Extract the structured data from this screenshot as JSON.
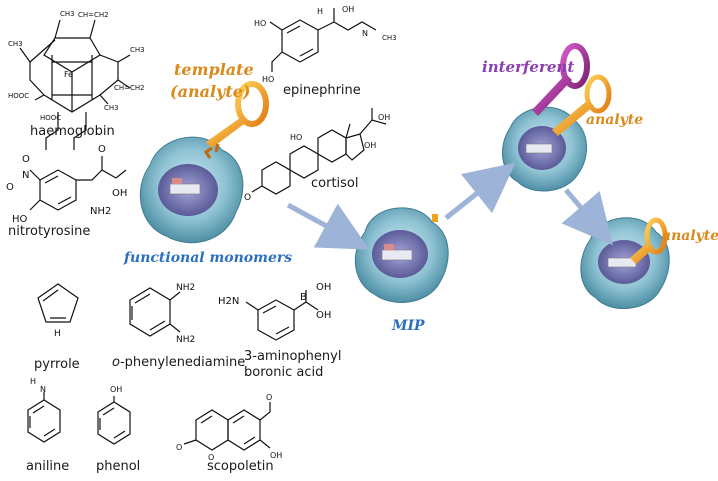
{
  "labels": {
    "haemoglobin": "haemoglobin",
    "nitrotyrosine": "nitrotyrosine",
    "epinephrine": "epinephrine",
    "cortisol": "cortisol",
    "pyrrole": "pyrrole",
    "o_prefix": "o",
    "phenylenediamine": "-phenylenediamine",
    "aminophenyl_line1": "3-aminophenyl",
    "aminophenyl_line2": "boronic acid",
    "aniline": "aniline",
    "phenol": "phenol",
    "scopoletin": "scopoletin"
  },
  "handwritten": {
    "template": "template",
    "analyte_paren": "(analyte)",
    "functional_monomers": "functional monomers",
    "mip": "MIP",
    "interferent": "interferent",
    "analyte_top": "analyte",
    "analyte_bottom": "analyte"
  },
  "atoms": {
    "fe": "Fe",
    "hooc1": "HOOC",
    "hooc2": "HOOC",
    "ch3_a": "CH3",
    "ch3_b": "CH3",
    "ch3_c": "CH3",
    "ch3_d": "CH3",
    "vinyl1": "CH=CH2",
    "vinyl2": "CH=CH2",
    "ho_epi1": "HO",
    "ho_epi2": "HO",
    "oh_epi": "OH",
    "nh_epi": "N",
    "h_epi": "H",
    "ch3_epi": "CH3",
    "o_cort": "O",
    "oh_cort": "OH",
    "ho_cort": "HO",
    "oh_cort2": "OH",
    "no2_o": "O",
    "no2_n": "N",
    "no2_o2": "O",
    "ho_nitro": "HO",
    "nh2_nitro": "NH2",
    "o_nitro": "O",
    "oh_nitro": "OH",
    "h_pyrrole": "H",
    "nh2_pd1": "NH2",
    "nh2_pd2": "NH2",
    "h2n_ab": "H2N",
    "b_ab": "B",
    "oh_ab1": "OH",
    "oh_ab2": "OH",
    "h_an": "H",
    "n_an": "N",
    "oh_ph": "OH",
    "o_sc1": "O",
    "o_sc2": "O",
    "o_sc3": "O",
    "oh_sc": "OH"
  },
  "colors": {
    "template_text": "#d98a1a",
    "blue_text": "#2a6fc0",
    "interferent_text": "#8a3fb0",
    "gold_key": "#f2a21a",
    "purple_key": "#a0308f",
    "particle": "#7fb6c8",
    "arrow": "#9db4d8"
  }
}
